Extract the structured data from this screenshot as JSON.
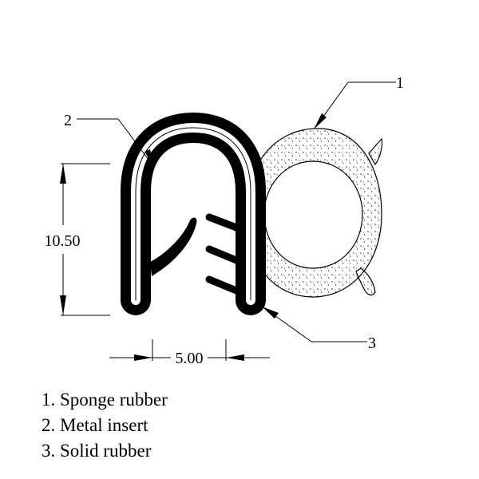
{
  "dimensions": {
    "height": "10.50",
    "width": "5.00"
  },
  "callouts": [
    "1",
    "2",
    "3"
  ],
  "legend": [
    "1. Sponge rubber",
    "2. Metal insert",
    "3. Solid rubber"
  ],
  "colors": {
    "solid_rubber": "#000000",
    "metal_insert": "#ffffff",
    "sponge_fill": "#ffffff",
    "sponge_stipple": "#333333",
    "line": "#000000"
  }
}
